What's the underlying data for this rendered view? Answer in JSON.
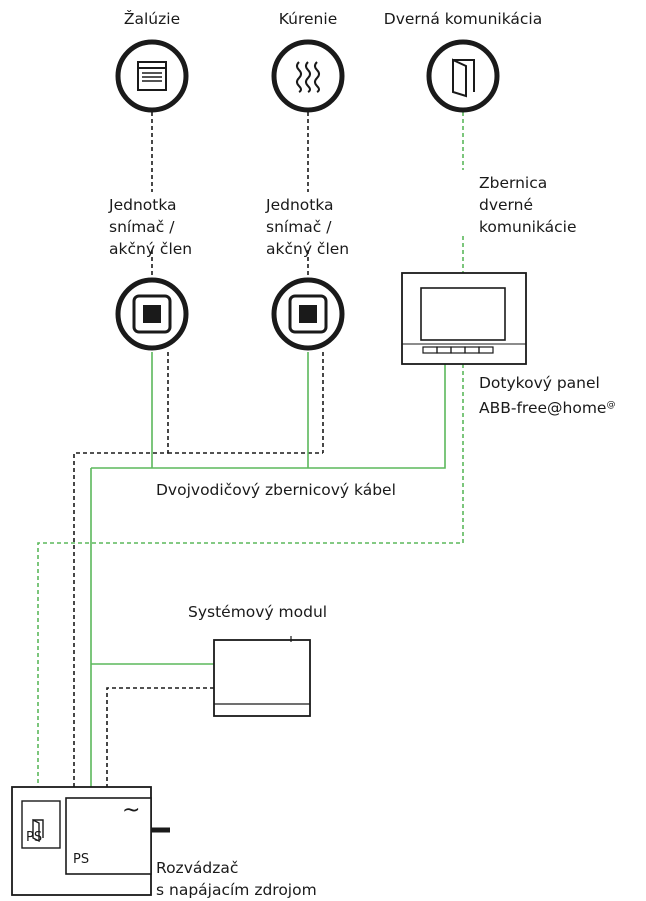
{
  "devices": {
    "blinds": {
      "label": "Žalúzie",
      "icon": "blinds-icon"
    },
    "heating": {
      "label": "Kúrenie",
      "icon": "heating-icon"
    },
    "door_communication": {
      "label": "Dverná komunikácia",
      "icon": "door-icon"
    }
  },
  "sensor_actuator": {
    "line1": "Jednotka",
    "line2": "snímač /",
    "line3": "akčný člen"
  },
  "door_bus": {
    "line1": "Zbernica",
    "line2": "dverné",
    "line3": "komunikácie"
  },
  "touch_panel": {
    "line1": "Dotykový panel",
    "line2": "ABB-free@home",
    "mark": "@"
  },
  "bus_cable": "Dvojvodičový zbernicový kábel",
  "system_module": "Systémový modul",
  "distribution_board": {
    "line1": "Rozvádzač",
    "line2": "s napájacím zdrojom",
    "ps_small": "PS",
    "ps_large": "PS",
    "ac_symbol": "~"
  },
  "colors": {
    "bus_line": "#5cb85c",
    "door_bus_line": "#5cb85c",
    "wire": "#1a1a1a"
  }
}
